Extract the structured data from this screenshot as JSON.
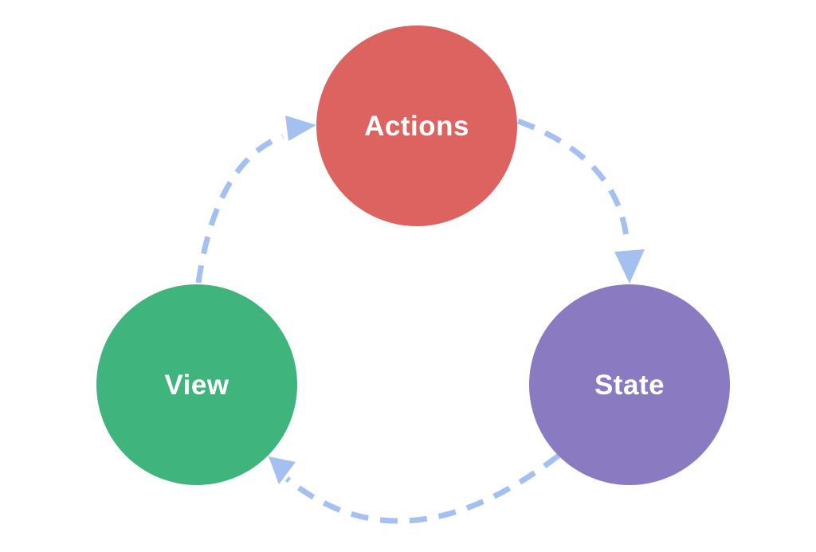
{
  "diagram": {
    "background_color": "#ffffff",
    "arrow_color": "#a4c0f1",
    "nodes": [
      {
        "id": "actions",
        "label": "Actions",
        "fill": "#dc6360",
        "text_color": "#ffffff"
      },
      {
        "id": "state",
        "label": "State",
        "fill": "#8a7ac2",
        "text_color": "#ffffff"
      },
      {
        "id": "view",
        "label": "View",
        "fill": "#3fb47d",
        "text_color": "#ffffff"
      }
    ],
    "edges": [
      {
        "from": "Actions",
        "to": "State"
      },
      {
        "from": "State",
        "to": "View"
      },
      {
        "from": "View",
        "to": "Actions"
      }
    ]
  }
}
